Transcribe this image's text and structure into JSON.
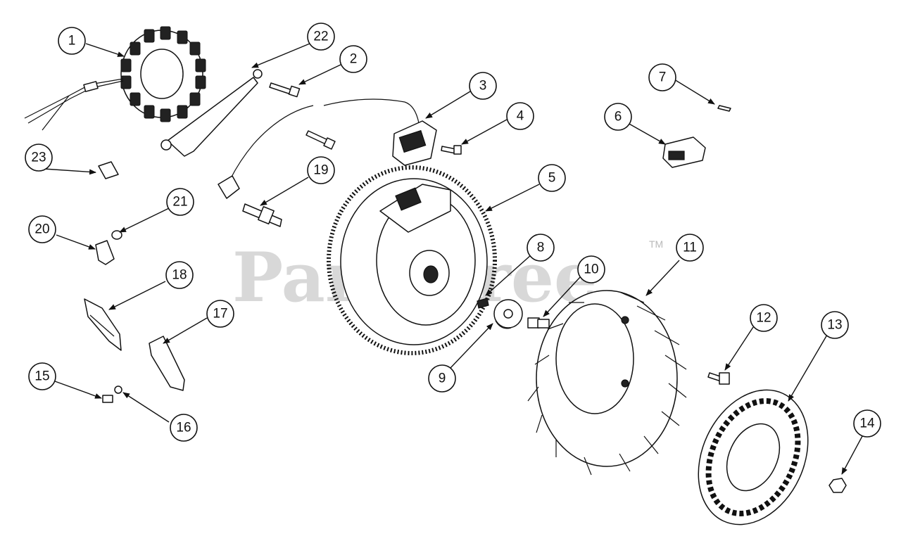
{
  "watermark": {
    "brand": "PartsTree",
    "trademark": "TM"
  },
  "callouts": [
    "1",
    "2",
    "3",
    "4",
    "5",
    "6",
    "7",
    "8",
    "9",
    "10",
    "11",
    "12",
    "13",
    "14",
    "15",
    "16",
    "17",
    "18",
    "19",
    "20",
    "21",
    "22",
    "23"
  ]
}
